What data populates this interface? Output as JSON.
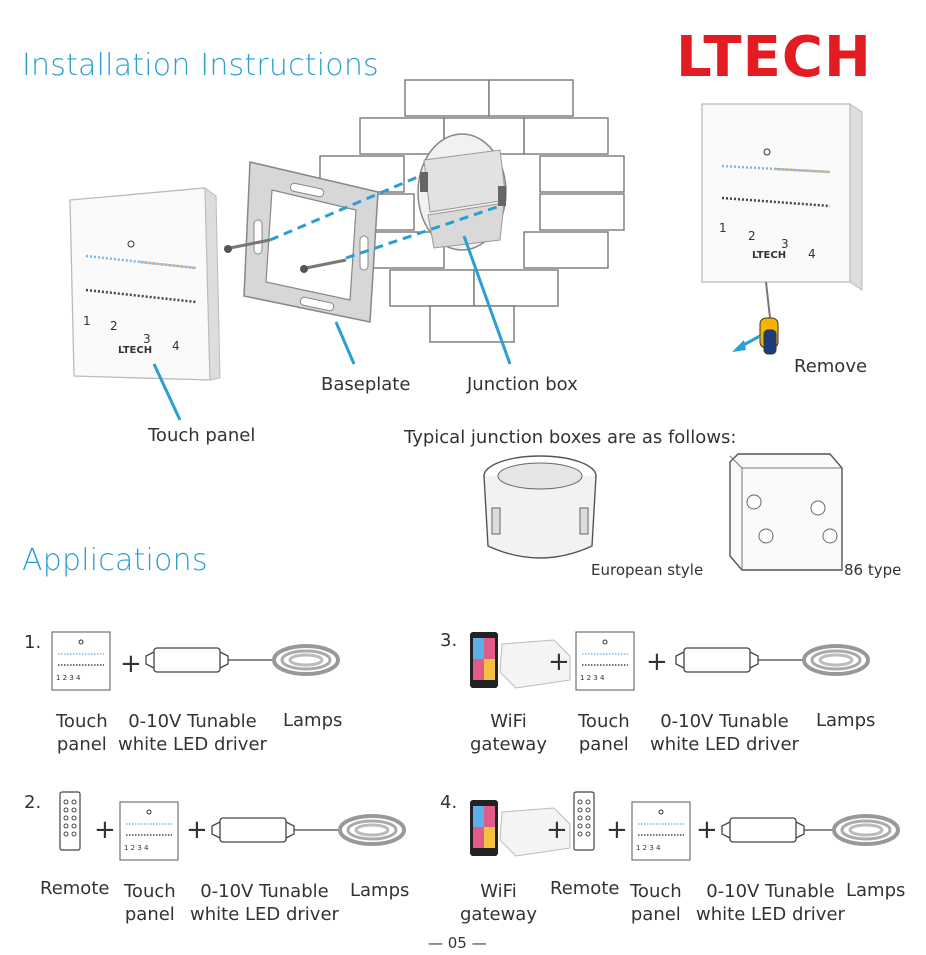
{
  "header": {
    "title": "Installation Instructions",
    "brand": "LTECH"
  },
  "installation": {
    "touch_panel_label": "Touch panel",
    "baseplate_label": "Baseplate",
    "junction_box_label": "Junction box",
    "remove_label": "Remove",
    "typical_boxes_text": "Typical junction boxes are as follows:",
    "european_style_label": "European style",
    "type86_label": "86 type",
    "panel_marks": [
      "1",
      "2",
      "3",
      "4"
    ],
    "panel_brand": "LTECH"
  },
  "applications": {
    "title": "Applications",
    "items": [
      {
        "number": "1.",
        "labels": [
          "Touch panel",
          "0-10V Tunable white LED driver",
          "Lamps"
        ]
      },
      {
        "number": "2.",
        "labels": [
          "Remote",
          "Touch panel",
          "0-10V Tunable white LED driver",
          "Lamps"
        ]
      },
      {
        "number": "3.",
        "labels": [
          "WiFi gateway",
          "Touch panel",
          "0-10V Tunable white LED driver",
          "Lamps"
        ]
      },
      {
        "number": "4.",
        "labels": [
          "WiFi gateway",
          "Remote",
          "Touch panel",
          "0-10V Tunable white LED driver",
          "Lamps"
        ]
      }
    ],
    "text": {
      "touch1": "Touch",
      "panel1": "panel",
      "driver1a": "0-10V Tunable",
      "driver1b": "white LED driver",
      "lamps": "Lamps",
      "wifi1": "WiFi",
      "wifi2": "gateway",
      "remote": "Remote",
      "plus": "+"
    }
  },
  "footer": {
    "page_number": "— 05 —"
  },
  "colors": {
    "accent": "#2a9fd6",
    "brand": "#e31b23"
  }
}
